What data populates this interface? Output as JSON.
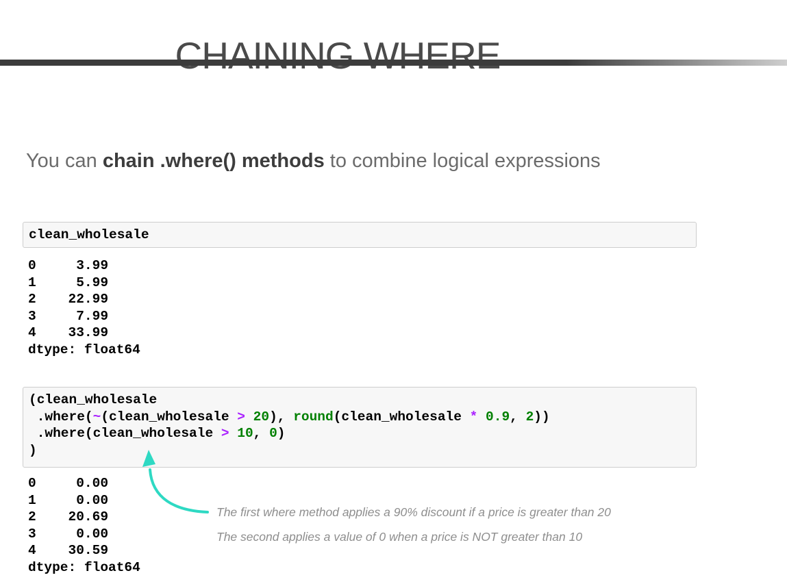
{
  "slide": {
    "title": "CHAINING WHERE",
    "subtitle": {
      "prefix": "You can ",
      "bold": "chain .where() methods",
      "suffix": " to combine logical expressions"
    }
  },
  "code_cell_1": {
    "code": "clean_wholesale"
  },
  "output_1": {
    "lines": [
      "0     3.99",
      "1     5.99",
      "2    22.99",
      "3     7.99",
      "4    33.99",
      "dtype: float64"
    ]
  },
  "code_cell_2": {
    "lines": [
      [
        {
          "t": "(clean_wholesale",
          "c": "plain"
        }
      ],
      [
        {
          "t": " .where(",
          "c": "plain"
        },
        {
          "t": "~",
          "c": "op"
        },
        {
          "t": "(clean_wholesale ",
          "c": "plain"
        },
        {
          "t": ">",
          "c": "op"
        },
        {
          "t": " ",
          "c": "plain"
        },
        {
          "t": "20",
          "c": "num"
        },
        {
          "t": "), ",
          "c": "plain"
        },
        {
          "t": "round",
          "c": "builtin"
        },
        {
          "t": "(clean_wholesale ",
          "c": "plain"
        },
        {
          "t": "*",
          "c": "op"
        },
        {
          "t": " ",
          "c": "plain"
        },
        {
          "t": "0.9",
          "c": "num"
        },
        {
          "t": ", ",
          "c": "plain"
        },
        {
          "t": "2",
          "c": "num"
        },
        {
          "t": "))",
          "c": "plain"
        }
      ],
      [
        {
          "t": " .where(clean_wholesale ",
          "c": "plain"
        },
        {
          "t": ">",
          "c": "op"
        },
        {
          "t": " ",
          "c": "plain"
        },
        {
          "t": "10",
          "c": "num"
        },
        {
          "t": ", ",
          "c": "plain"
        },
        {
          "t": "0",
          "c": "num"
        },
        {
          "t": ")",
          "c": "plain"
        }
      ],
      [
        {
          "t": ")",
          "c": "plain"
        }
      ]
    ]
  },
  "output_2": {
    "lines": [
      "0     0.00",
      "1     0.00",
      "2    20.69",
      "3     0.00",
      "4    30.59",
      "dtype: float64"
    ]
  },
  "annotations": {
    "first": "The first where method applies a 90% discount if a price is greater than 20",
    "second": "The second applies a value of 0 when a price is NOT greater than 10"
  },
  "colors": {
    "arrow": "#2ed9c3",
    "code_operator": "#aa22ff",
    "code_number": "#008000",
    "code_builtin": "#008000",
    "divider_dark": "#3c3c3c",
    "divider_light": "#cfcfcf"
  }
}
